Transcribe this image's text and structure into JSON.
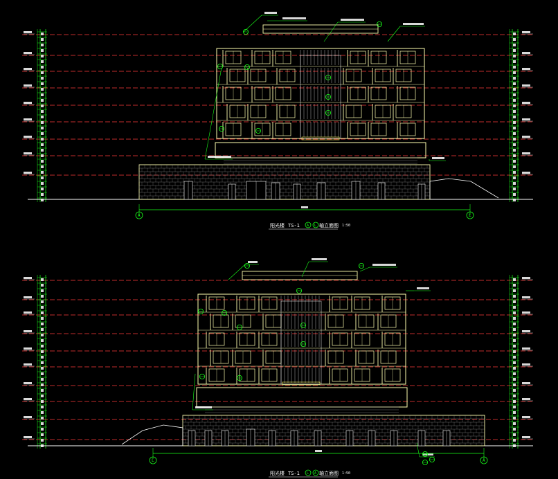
{
  "colors": {
    "background": "#000000",
    "level_line": "#ff3b3b",
    "leader": "#19ff19",
    "wall": "#ffffb0",
    "brick": "#9a9a9a",
    "dim": "#19ff19",
    "text_white": "#ffffff",
    "text_green": "#19ff19",
    "text_yellow": "#ffff66",
    "cyan": "#00e0e0"
  },
  "drawings": [
    {
      "caption": {
        "prefix": "阳光楼",
        "code": "TS-1",
        "axis_from": "A",
        "axis_to": "L",
        "suffix": "轴立面图",
        "scale": "1:50"
      },
      "axis_left": "A",
      "axis_right": "L"
    },
    {
      "caption": {
        "prefix": "阳光楼",
        "code": "TS-1",
        "axis_from": "L",
        "axis_to": "A",
        "suffix": "轴立面图",
        "scale": "1:50"
      },
      "axis_left": "L",
      "axis_right": "A"
    }
  ]
}
